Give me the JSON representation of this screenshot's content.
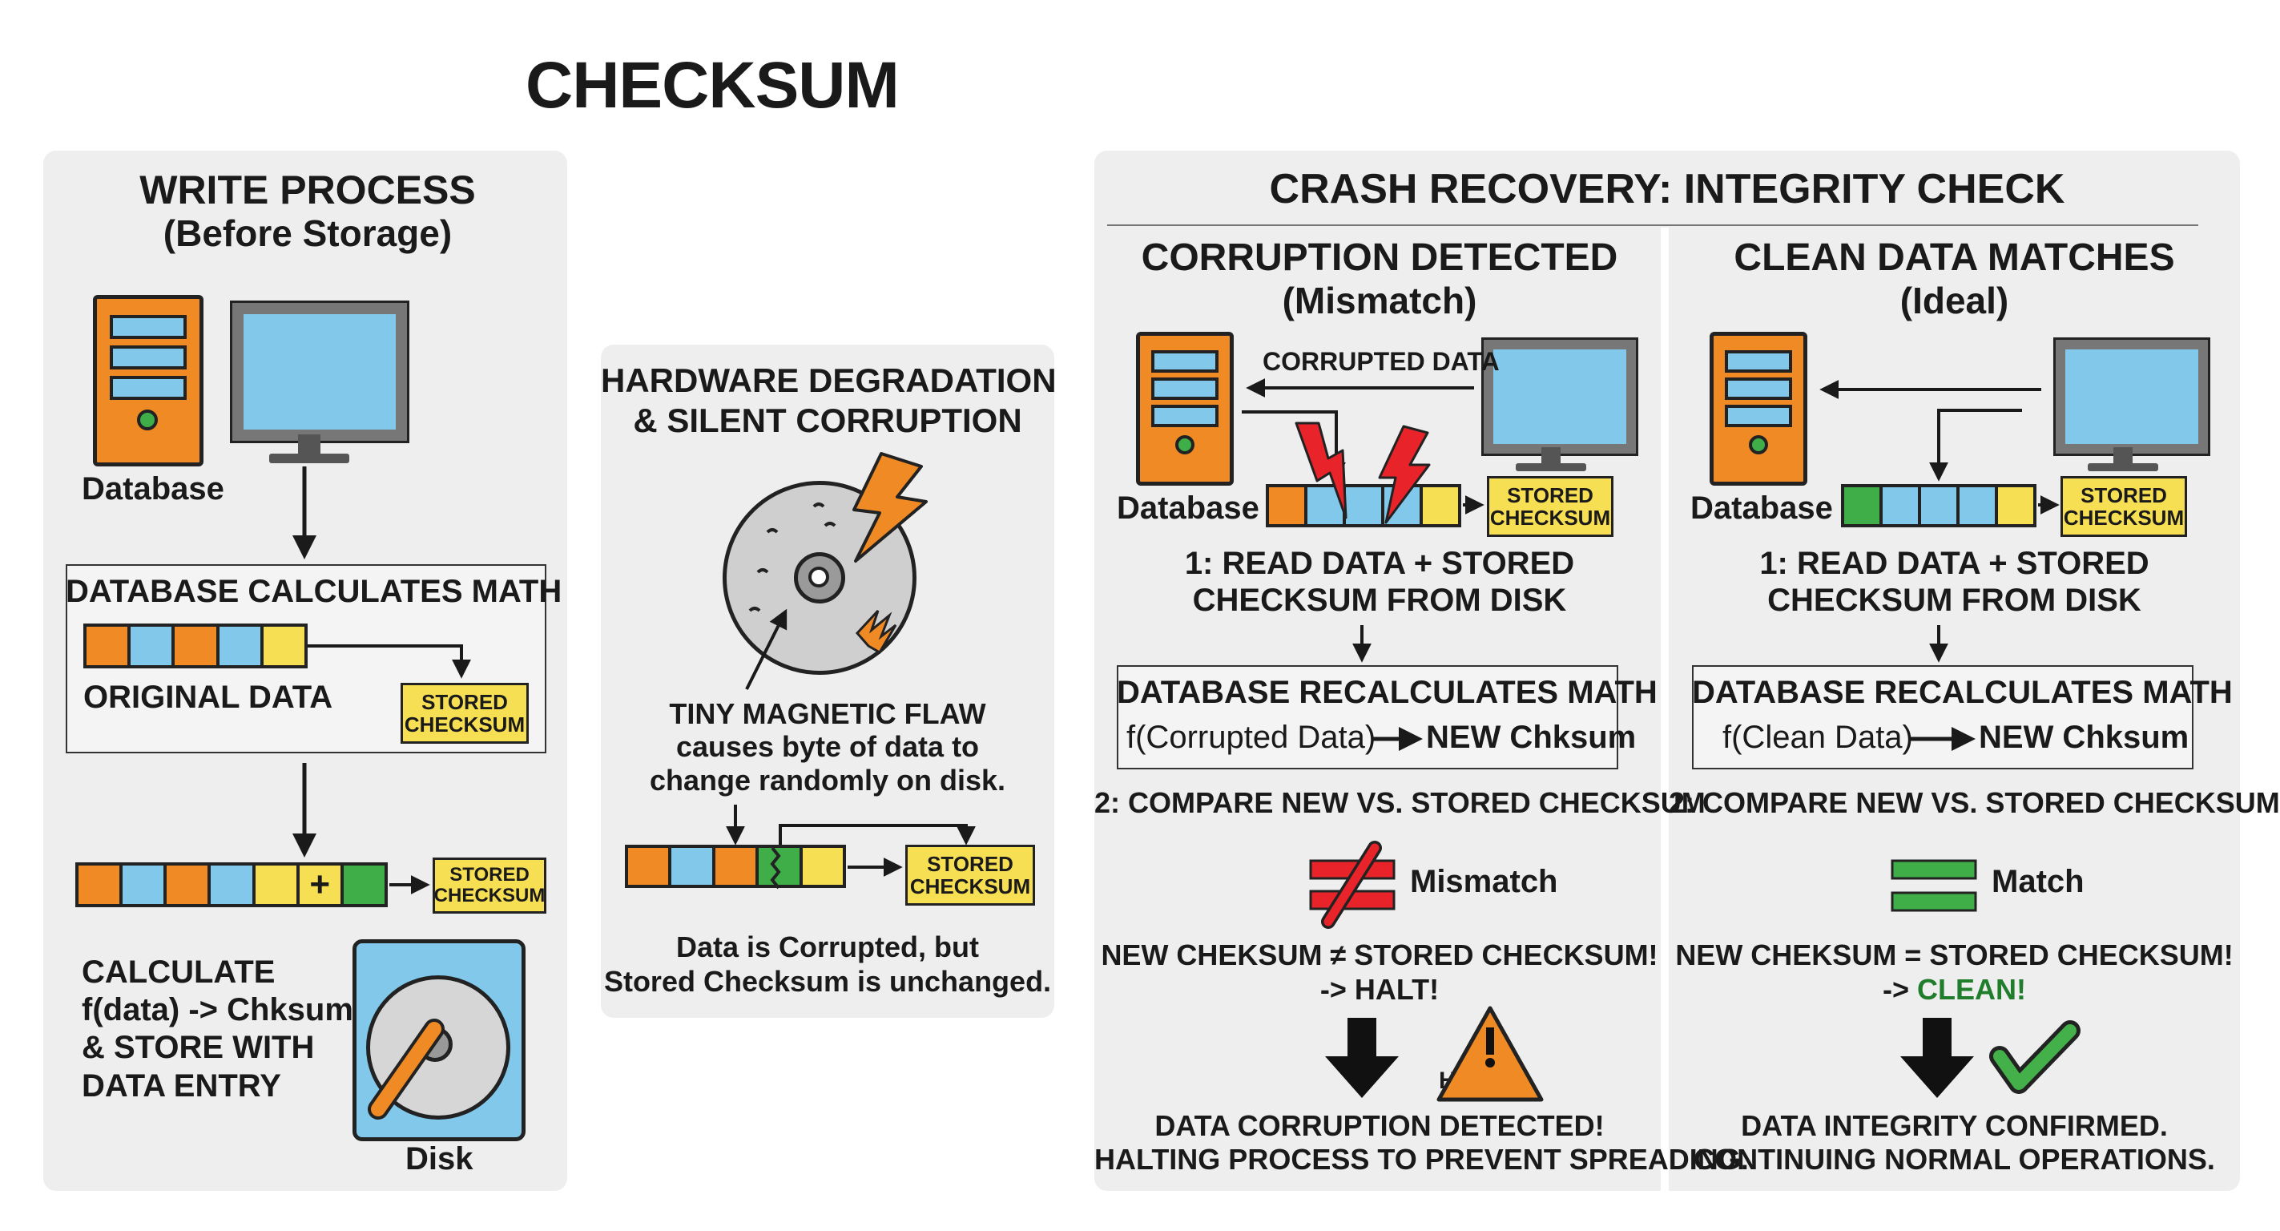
{
  "title": "CHECKSUM",
  "colors": {
    "panel": "#eeeeee",
    "orange": "#f08a24",
    "blue": "#82c8ea",
    "yellow": "#f7df54",
    "green": "#3fae49",
    "red": "#e8242a",
    "check_green": "#43b04a"
  },
  "write": {
    "heading1": "WRITE PROCESS",
    "heading2": "(Before Storage)",
    "db_label": "Database",
    "calc_box_title": "DATABASE CALCULATES MATH",
    "original_data": "ORIGINAL DATA",
    "chk1_l1": "STORED",
    "chk1_l2": "CHECKSUM",
    "plus": "+",
    "chk2_l1": "STORED",
    "chk2_l2": "CHECKSUM",
    "calc_l1": "CALCULATE",
    "calc_l2": "f(data) -> Chksum",
    "calc_l3": "& STORE WITH",
    "calc_l4": "DATA ENTRY",
    "disk_label": "Disk"
  },
  "hardware": {
    "heading1": "HARDWARE DEGRADATION",
    "heading2": "& SILENT CORRUPTION",
    "flaw_l1": "TINY MAGNETIC FLAW",
    "flaw_l2": "causes byte of data to",
    "flaw_l3": "change randomly on disk.",
    "chk_l1": "STORED",
    "chk_l2": "CHECKSUM",
    "bottom_l1": "Data is Corrupted, but",
    "bottom_l2": "Stored Checksum is unchanged."
  },
  "recovery": {
    "heading": "CRASH RECOVERY: INTEGRITY CHECK",
    "corrupt": {
      "heading1": "CORRUPTION DETECTED",
      "heading2": "(Mismatch)",
      "corrupted_data": "CORRUPTED DATA",
      "db_label": "Database",
      "chk_l1": "STORED",
      "chk_l2": "CHECKSUM",
      "step1_l1": "1: READ DATA + STORED",
      "step1_l2": "CHECKSUM FROM DISK",
      "box_title": "DATABASE RECALCULATES MATH",
      "box_left": "f(Corrupted Data)",
      "box_right": "NEW Chksum",
      "step2": "2: COMPARE NEW VS. STORED CHECKSUM",
      "result_label": "Mismatch",
      "result_l1": "NEW CHEKSUM ≠ STORED CHECKSUM!",
      "result_l2": "-> HALT!",
      "halt_label": "HALT",
      "final_l1": "DATA CORRUPTION DETECTED!",
      "final_l2": "HALTING PROCESS TO PREVENT SPREADING."
    },
    "clean": {
      "heading1": "CLEAN DATA MATCHES",
      "heading2": "(Ideal)",
      "db_label": "Database",
      "chk_l1": "STORED",
      "chk_l2": "CHECKSUM",
      "step1_l1": "1: READ DATA + STORED",
      "step1_l2": "CHECKSUM FROM DISK",
      "box_title": "DATABASE RECALCULATES MATH",
      "box_left": "f(Clean Data)",
      "box_right": "NEW Chksum",
      "step2": "2: COMPARE NEW VS. STORED CHECKSUM",
      "result_label": "Match",
      "result_l1": "NEW CHEKSUM = STORED CHECKSUM!",
      "result_l2a": "-> ",
      "result_l2b": "CLEAN!",
      "final_l1": "DATA INTEGRITY CONFIRMED.",
      "final_l2": "CONTINUING NORMAL OPERATIONS."
    }
  }
}
